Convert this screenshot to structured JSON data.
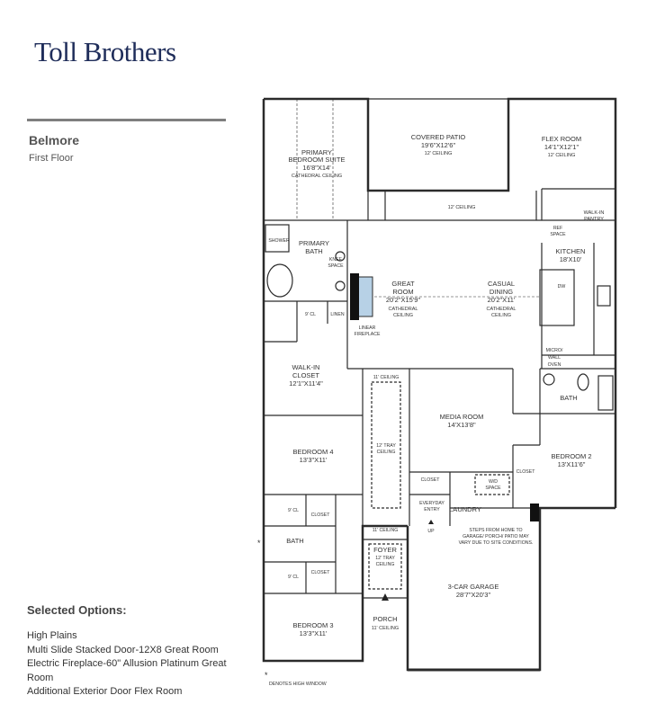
{
  "brand": "Toll Brothers",
  "plan": {
    "name": "Belmore",
    "floor": "First Floor"
  },
  "options": {
    "heading": "Selected Options:",
    "items": [
      "High Plains",
      "Multi Slide Stacked Door-12X8 Great Room",
      "Electric Fireplace-60\" Allusion Platinum Great Room",
      "Additional Exterior Door Flex Room"
    ]
  },
  "floorplan": {
    "primary_bedroom": {
      "name1": "PRIMARY",
      "name2": "BEDROOM SUITE",
      "dims": "16'8\"X14'",
      "note": "CATHEDRAL CEILING"
    },
    "covered_patio": {
      "name": "COVERED PATIO",
      "dims": "19'6\"X12'6\"",
      "note": "12' CEILING"
    },
    "flex_room": {
      "name": "FLEX ROOM",
      "dims": "14'1\"X12'1\"",
      "note": "12' CEILING"
    },
    "gallery_ceiling": "12' CEILING",
    "walkin_pantry": {
      "line1": "WALK-IN",
      "line2": "PANTRY"
    },
    "ref_space": {
      "line1": "REF",
      "line2": "SPACE"
    },
    "kitchen": {
      "name": "KITCHEN",
      "dims": "18'X10'"
    },
    "dw": "DW",
    "micro_wall_oven": {
      "line1": "MICRO/",
      "line2": "WALL",
      "line3": "OVEN"
    },
    "shower": "SHOWER",
    "primary_bath": {
      "line1": "PRIMARY",
      "line2": "BATH"
    },
    "knee_space": {
      "line1": "KNEE",
      "line2": "SPACE"
    },
    "great_room": {
      "line1": "GREAT",
      "line2": "ROOM",
      "dims": "20'2\"X15'9\"",
      "note1": "CATHEDRAL",
      "note2": "CEILING"
    },
    "casual_dining": {
      "line1": "CASUAL",
      "line2": "DINING",
      "dims": "20'2\"X11'",
      "note1": "CATHEDRAL",
      "note2": "CEILING"
    },
    "cl_9": "9' CL",
    "linen": "LINEN",
    "linear_fireplace": {
      "line1": "LINEAR",
      "line2": "FIREPLACE"
    },
    "walkin_closet": {
      "line1": "WALK-IN",
      "line2": "CLOSET",
      "dims": "12'1\"X11'4\""
    },
    "ceiling_11_a": "11' CEILING",
    "tray_ceiling": {
      "line1": "12' TRAY",
      "line2": "CEILING"
    },
    "media_room": {
      "name": "MEDIA ROOM",
      "dims": "14'X13'8\""
    },
    "bath_right": "BATH",
    "bedroom4": {
      "name": "BEDROOM 4",
      "dims": "13'3\"X11'"
    },
    "bedroom2": {
      "name": "BEDROOM 2",
      "dims": "13'X11'6\""
    },
    "closet_b2": "CLOSET",
    "closet_mud": "CLOSET",
    "wd_space": {
      "line1": "W/D",
      "line2": "SPACE"
    },
    "everyday_entry": {
      "line1": "EVERYDAY",
      "line2": "ENTRY"
    },
    "laundry": "LAUNDRY",
    "up": "UP",
    "cl_9_b4": "9' CL",
    "closet_b4": "CLOSET",
    "ceiling_11_b": "11' CEILING",
    "steps_note": {
      "line1": "STEPS FROM HOME TO",
      "line2": "GARAGE/ PORCH/ PATIO MAY",
      "line3": "VARY DUE TO SITE CONDITIONS."
    },
    "bath_left": "BATH",
    "foyer": {
      "name": "FOYER",
      "line1": "12' TRAY",
      "line2": "CEILING"
    },
    "cl_9_b3": "9' CL",
    "closet_b3": "CLOSET",
    "garage": {
      "name": "3-CAR GARAGE",
      "dims": "28'7\"X20'3\""
    },
    "porch": {
      "name": "PORCH",
      "note": "11' CEILING"
    },
    "bedroom3": {
      "name": "BEDROOM 3",
      "dims": "13'3\"X11'"
    },
    "high_window_mark": "*",
    "high_window_note": "DENOTES HIGH WINDOW"
  }
}
